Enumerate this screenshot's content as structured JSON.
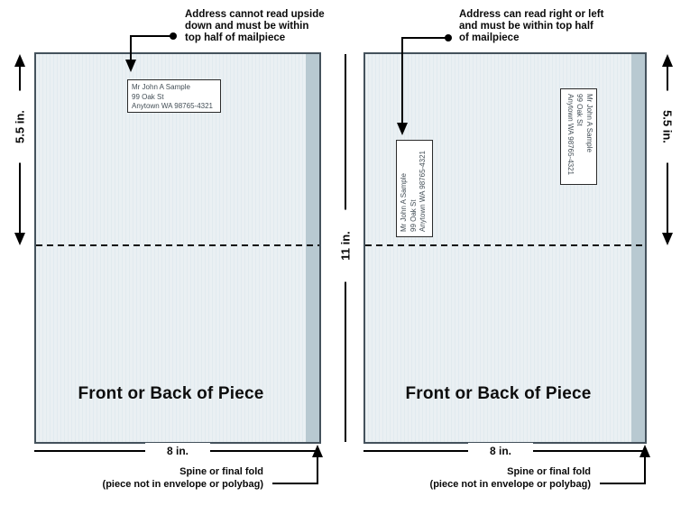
{
  "notes": {
    "left": [
      "Address cannot read upside",
      "down and must be within",
      "top half of mailpiece"
    ],
    "right": [
      "Address can read right or left",
      "and must be within top half",
      "of mailpiece"
    ]
  },
  "dims": {
    "half": "5.5 in.",
    "full": "11 in.",
    "width": "8 in."
  },
  "address": [
    "Mr John A Sample",
    "99 Oak St",
    "Anytown WA 98765-4321"
  ],
  "piece_label": "Front or Back of Piece",
  "spine_note": [
    "Spine or final fold",
    "(piece not in envelope or polybag)"
  ],
  "colors": {
    "piece_fill": "#eaf0f3",
    "piece_stripe": "#e1eaef",
    "spine_strip": "#b8c9d1",
    "piece_border": "#44525c",
    "ink": "#000000"
  }
}
